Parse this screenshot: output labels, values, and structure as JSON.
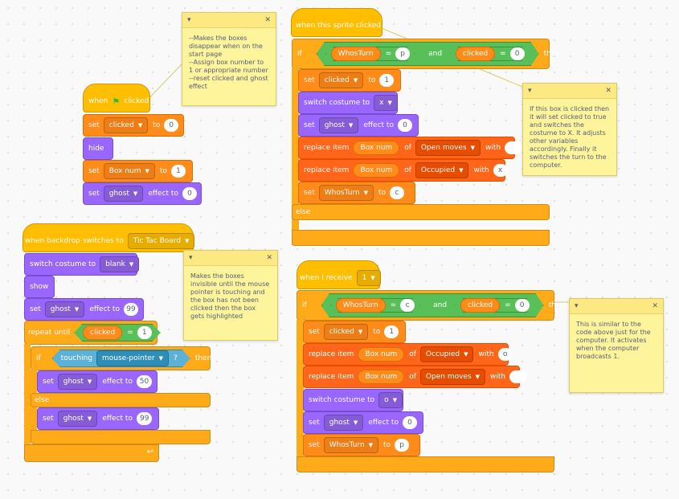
{
  "colors": {
    "events": "#ffbf00",
    "control": "#ffab19",
    "variables": "#ff8c1a",
    "lists": "#ff661a",
    "looks": "#9966ff",
    "operators": "#59c059",
    "sensing": "#5cb1d6",
    "note": "#fef49c"
  },
  "icons": {
    "flag": "green-flag-icon",
    "caret": "dropdown-caret-icon",
    "note_collapse": "chevron-down-icon",
    "note_close": "close-icon",
    "loop_arrow": "loop-arrow-icon"
  },
  "s1": {
    "when": "when",
    "clicked": "clicked",
    "set1": "set",
    "set1_var": "clicked",
    "set1_to": "to",
    "set1_val": "0",
    "hide": "hide",
    "set2": "set",
    "set2_var": "Box num",
    "set2_to": "to",
    "set2_val": "1",
    "set3": "set",
    "set3_eff": "ghost",
    "set3_to": "effect to",
    "set3_val": "0"
  },
  "s2": {
    "hat": "when backdrop switches to",
    "hat_val": "Tic Tac Board",
    "sw": "switch costume to",
    "sw_val": "blank",
    "show": "show",
    "set1": "set",
    "set1_eff": "ghost",
    "set1_to": "effect to",
    "set1_val": "99",
    "rep": "repeat until",
    "rep_var": "clicked",
    "rep_eq": "=",
    "rep_val": "1",
    "if": "if",
    "touching": "touching",
    "touching_val": "mouse-pointer",
    "q": "?",
    "then": "then",
    "set2": "set",
    "set2_eff": "ghost",
    "set2_to": "effect to",
    "set2_val": "50",
    "else": "else",
    "set3": "set",
    "set3_eff": "ghost",
    "set3_to": "effect to",
    "set3_val": "99"
  },
  "s3": {
    "hat": "when this sprite clicked",
    "if": "if",
    "v1": "WhosTurn",
    "eq1": "=",
    "c1": "p",
    "and": "and",
    "v2": "clicked",
    "eq2": "=",
    "c2": "0",
    "then": "then",
    "b1": "set",
    "b1_var": "clicked",
    "b1_to": "to",
    "b1_val": "1",
    "b2": "switch costume to",
    "b2_val": "x",
    "b3": "set",
    "b3_eff": "ghost",
    "b3_to": "effect to",
    "b3_val": "0",
    "b4": "replace item",
    "b4_var": "Box num",
    "b4_of": "of",
    "b4_list": "Open moves",
    "b4_with": "with",
    "b4_val": "",
    "b5": "replace item",
    "b5_var": "Box num",
    "b5_of": "of",
    "b5_list": "Occupied",
    "b5_with": "with",
    "b5_val": "x",
    "b6": "set",
    "b6_var": "WhosTurn",
    "b6_to": "to",
    "b6_val": "c",
    "else": "else"
  },
  "s4": {
    "hat": "when I receive",
    "hat_val": "1",
    "if": "if",
    "v1": "WhosTurn",
    "eq1": "=",
    "c1": "c",
    "and": "and",
    "v2": "clicked",
    "eq2": "=",
    "c2": "0",
    "then": "then",
    "b1": "set",
    "b1_var": "clicked",
    "b1_to": "to",
    "b1_val": "1",
    "b2": "replace item",
    "b2_var": "Box num",
    "b2_of": "of",
    "b2_list": "Occupied",
    "b2_with": "with",
    "b2_val": "o",
    "b3": "replace item",
    "b3_var": "Box num",
    "b3_of": "of",
    "b3_list": "Open moves",
    "b3_with": "with",
    "b3_val": "",
    "b4": "switch costume to",
    "b4_val": "o",
    "b5": "set",
    "b5_eff": "ghost",
    "b5_to": "effect to",
    "b5_val": "0",
    "b6": "set",
    "b6_var": "WhosTurn",
    "b6_to": "to",
    "b6_val": "p"
  },
  "notes": {
    "n1": "--Makes the boxes disappear when on the start page\n--Assign box number to 1 or appropriate number\n--reset clicked and ghost effect",
    "n2": "Makes the boxes invisible until the mouse pointer is touching and the box has not been clicked then the box gets highlighted",
    "n3": "If this box is clicked then it will set clicked to true and switches the costume to X. It adjusts other variables accordingly. Finally it switches the turn to the computer.",
    "n4": "This is similar to the code above just for the computer. It activates when the computer broadcasts 1.",
    "collapse": "▾",
    "close": "✕"
  }
}
